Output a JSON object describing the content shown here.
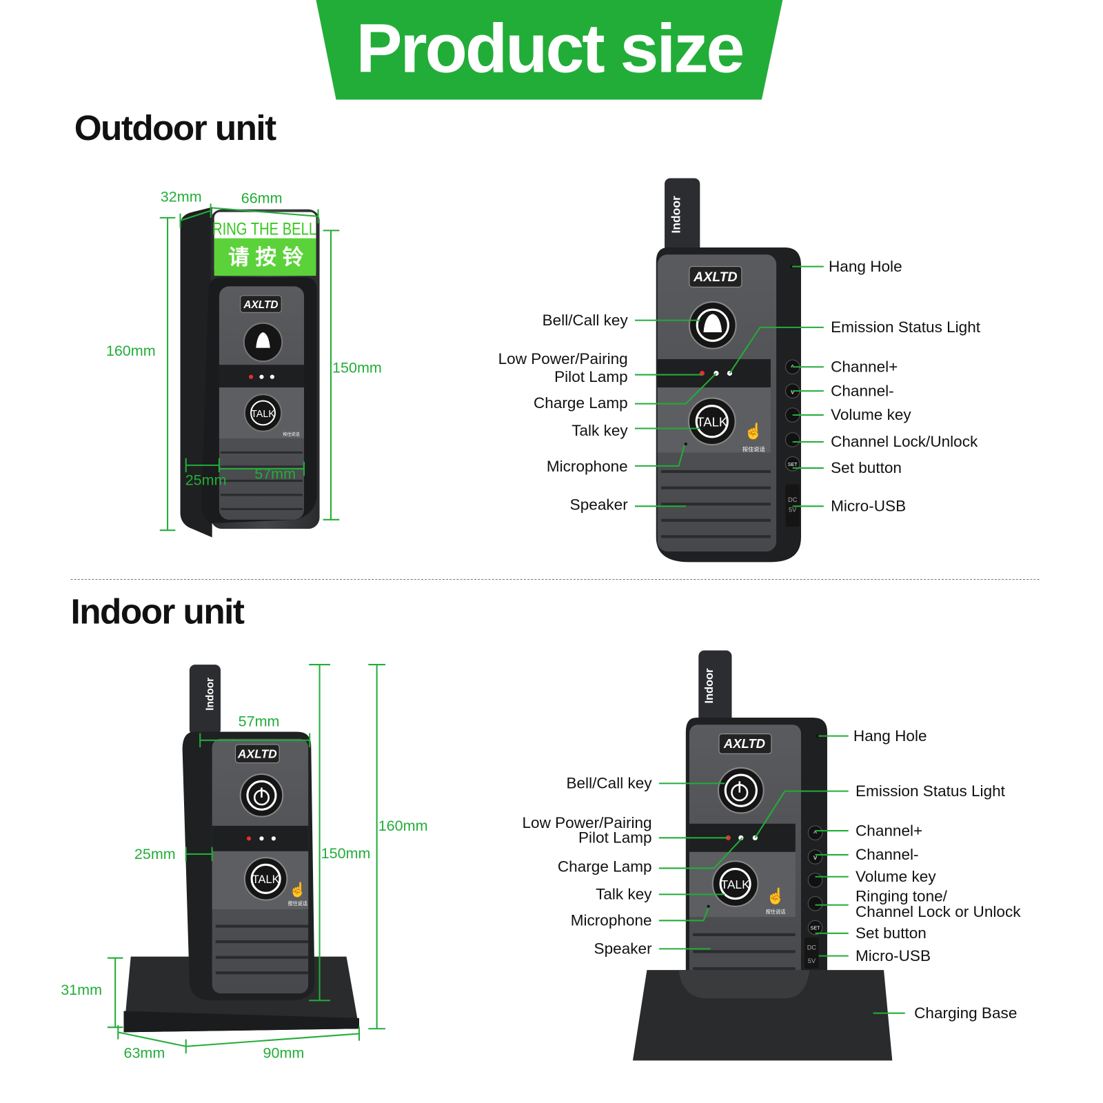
{
  "banner": {
    "title": "Product size"
  },
  "outdoor": {
    "title": "Outdoor unit",
    "sign": {
      "english": "RING THE BELL",
      "chinese": "请 按 铃"
    },
    "device": {
      "logo": "AXLTD",
      "talk": "TALK",
      "hint": "按住说话",
      "antenna": "Indoor",
      "set": "SET",
      "dc": "DC",
      "volt": "5V"
    },
    "dims": {
      "depth": "32mm",
      "width": "66mm",
      "height": "160mm",
      "inner_height": "150mm",
      "bottom_depth": "25mm",
      "inner_width": "57mm"
    },
    "callouts_left": {
      "bell": "Bell/Call key",
      "low_power_1": "Low Power/Pairing",
      "low_power_2": "Pilot Lamp",
      "charge": "Charge Lamp",
      "talk": "Talk key",
      "mic": "Microphone",
      "speaker": "Speaker"
    },
    "callouts_right": {
      "hang": "Hang Hole",
      "emission": "Emission Status Light",
      "ch_plus": "Channel+",
      "ch_minus": "Channel-",
      "volume": "Volume key",
      "lock": "Channel Lock/Unlock",
      "set": "Set button",
      "usb": "Micro-USB"
    }
  },
  "indoor": {
    "title": "Indoor unit",
    "device": {
      "logo": "AXLTD",
      "talk": "TALK",
      "hint": "按住说话",
      "antenna": "Indoor",
      "set": "SET",
      "dc": "DC",
      "volt": "5V"
    },
    "dims": {
      "width": "57mm",
      "body_height": "150mm",
      "total_height": "160mm",
      "depth": "25mm",
      "base_height": "31mm",
      "base_depth": "63mm",
      "base_width": "90mm"
    },
    "callouts_left": {
      "bell": "Bell/Call key",
      "low_power_1": "Low Power/Pairing",
      "low_power_2": "Pilot Lamp",
      "charge": "Charge Lamp",
      "talk": "Talk key",
      "mic": "Microphone",
      "speaker": "Speaker"
    },
    "callouts_right": {
      "hang": "Hang Hole",
      "emission": "Emission Status Light",
      "ch_plus": "Channel+",
      "ch_minus": "Channel-",
      "volume": "Volume key",
      "ring_1": "Ringing tone/",
      "ring_2": "Channel Lock or Unlock",
      "set": "Set button",
      "usb": "Micro-USB",
      "base": "Charging Base"
    }
  },
  "colors": {
    "brand_green": "#22ad38",
    "device_body": "#3a3b3d",
    "led_red": "#e53030"
  }
}
